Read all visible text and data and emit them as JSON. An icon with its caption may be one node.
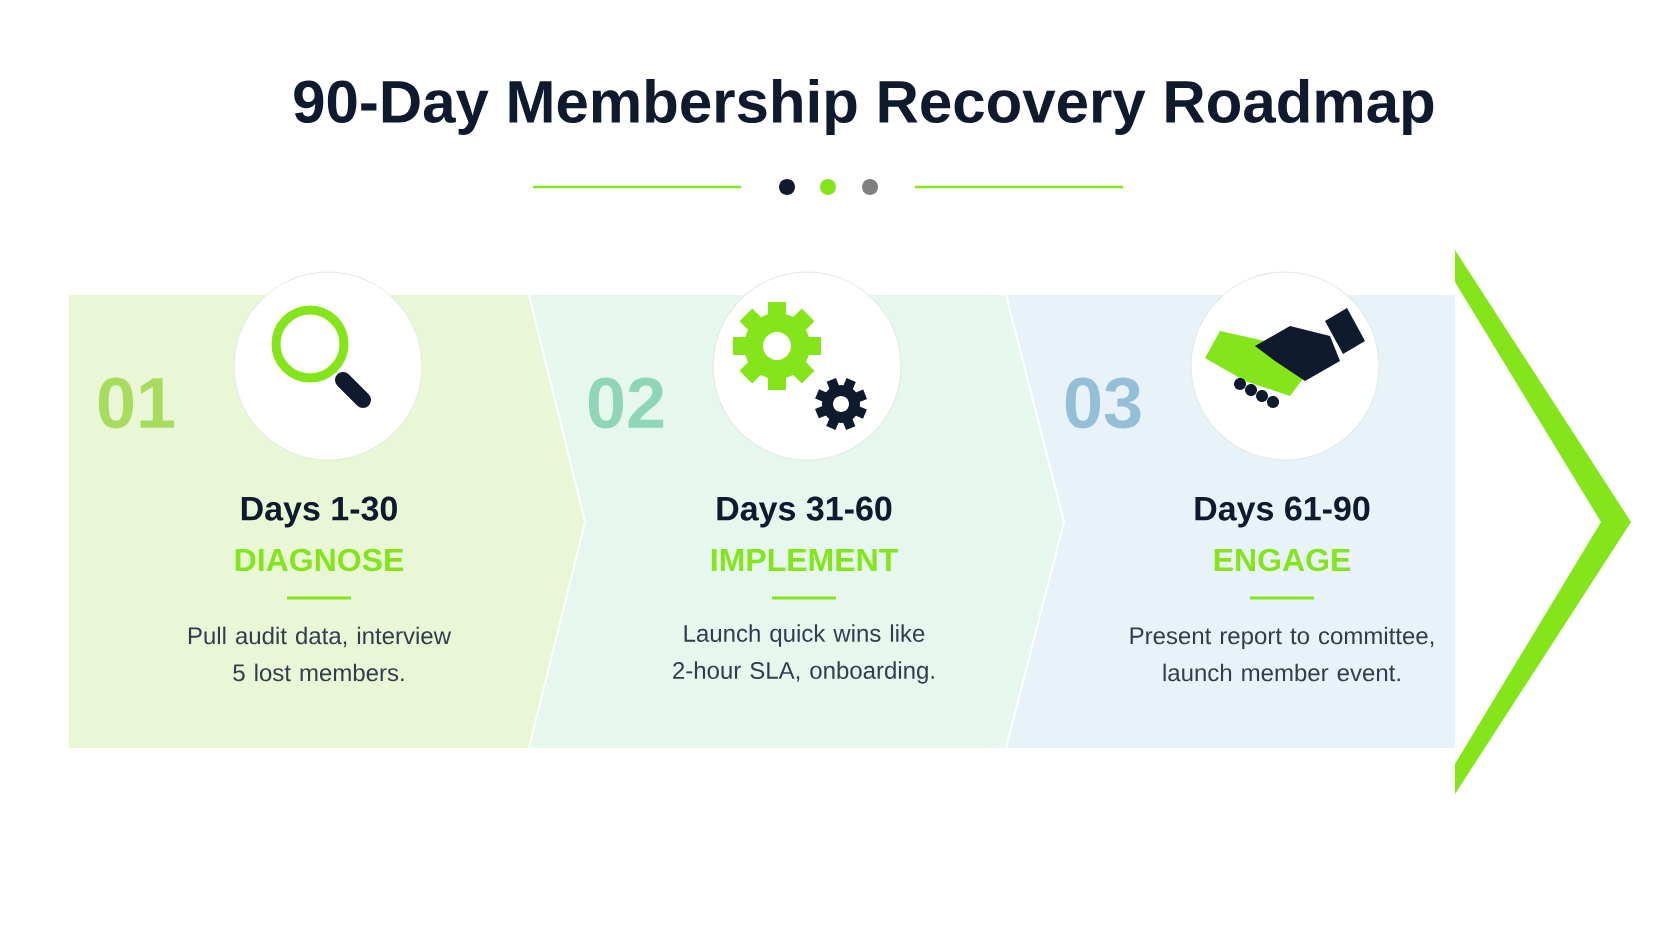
{
  "diagram": {
    "title": "90-Day Membership Recovery Roadmap",
    "nodes": [
      {
        "text": [
          "01",
          "Days 1-30",
          "DIAGNOSE",
          "Pull audit data, interview 5 lost members."
        ]
      },
      {
        "text": [
          "02",
          "Days 31-60",
          "IMPLEMENT",
          "Launch quick wins like 2-hour SLA, onboarding."
        ]
      },
      {
        "text": [
          "03",
          "Days 61-90",
          "ENGAGE",
          "Present report to committee, launch member event."
        ]
      }
    ]
  }
}
